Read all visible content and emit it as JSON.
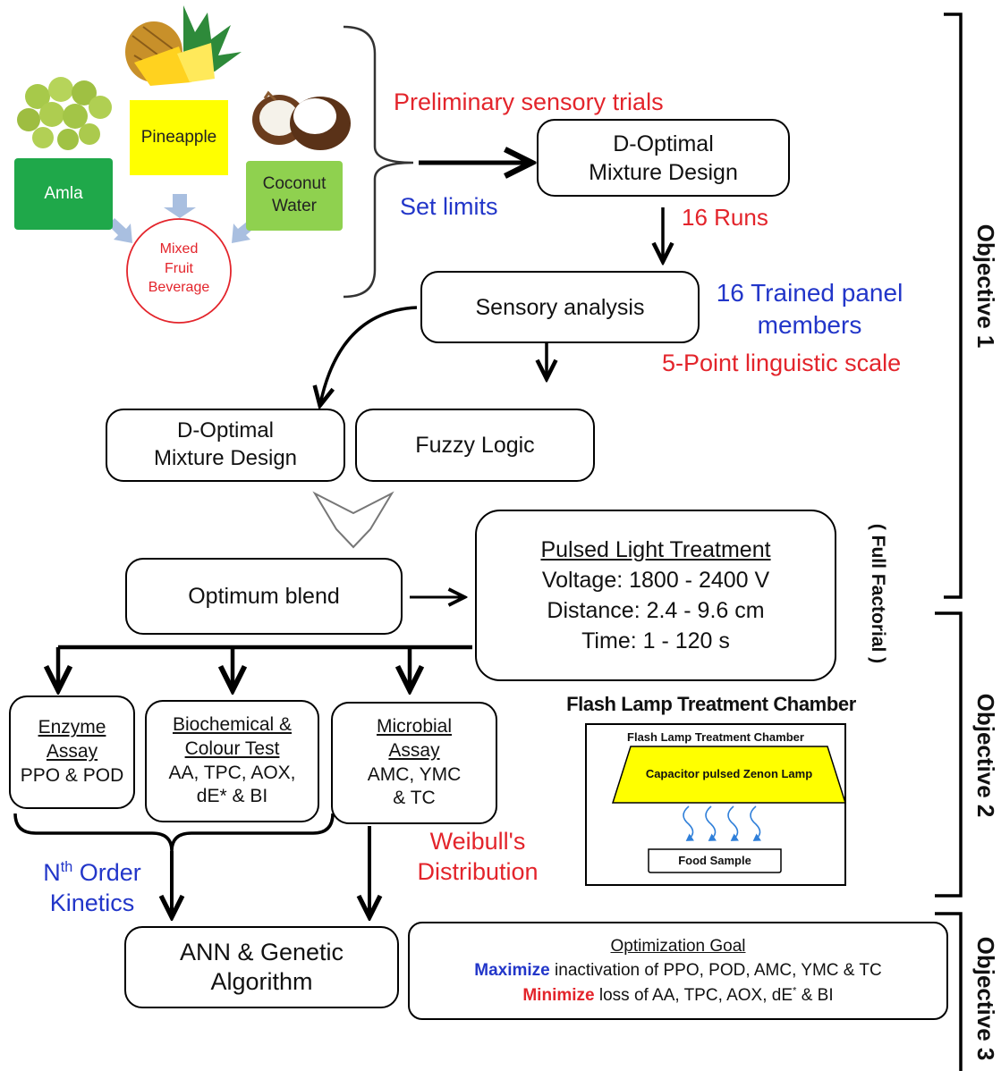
{
  "fruits": {
    "pineapple": "Pineapple",
    "amla": "Amla",
    "coconut_water": "Coconut Water",
    "mixed_beverage": [
      "Mixed",
      "Fruit",
      "Beverage"
    ]
  },
  "labels": {
    "preliminary": "Preliminary sensory trials",
    "set_limits": "Set limits",
    "runs": "16 Runs",
    "trained_panel": [
      "16 Trained panel",
      "members"
    ],
    "linguistic_scale": "5-Point linguistic scale",
    "full_factorial": "( Full Factorial )",
    "nth_order": {
      "n": "N",
      "sup": "th",
      "rest": " Order",
      "line2": "Kinetics"
    },
    "weibull": [
      "Weibull's",
      "Distribution"
    ]
  },
  "boxes": {
    "d_optimal_top": [
      "D-Optimal",
      "Mixture Design"
    ],
    "sensory": "Sensory analysis",
    "d_optimal_mid": [
      "D-Optimal",
      "Mixture Design"
    ],
    "fuzzy": "Fuzzy Logic",
    "optimum": "Optimum blend",
    "pulsed": {
      "title": "Pulsed Light Treatment",
      "voltage": "Voltage: 1800 - 2400 V",
      "distance": "Distance: 2.4 - 9.6 cm",
      "time": "Time: 1 - 120 s"
    },
    "enzyme": {
      "title": [
        "Enzyme",
        "Assay"
      ],
      "detail": "PPO & POD"
    },
    "biochem": {
      "title": [
        "Biochemical &",
        "Colour Test"
      ],
      "detail": [
        "AA, TPC, AOX,",
        "dE* & BI"
      ]
    },
    "microbial": {
      "title": [
        "Microbial",
        "Assay"
      ],
      "detail": [
        "AMC, YMC",
        "& TC"
      ]
    },
    "ann": [
      "ANN & Genetic",
      "Algorithm"
    ],
    "goal": {
      "title": "Optimization Goal",
      "max_word": "Maximize",
      "max_rest": " inactivation of PPO, POD, AMC, YMC & TC",
      "min_word": "Minimize",
      "min_rest_a": " loss of AA, TPC, AOX, dE",
      "min_sup": "*",
      "min_rest_b": " & BI"
    }
  },
  "chamber": {
    "heading": "Flash Lamp Treatment Chamber",
    "inner_title": "Flash Lamp Treatment Chamber",
    "lamp": "Capacitor pulsed Zenon Lamp",
    "sample": "Food Sample"
  },
  "objectives": [
    "Objective 1",
    "Objective 2",
    "Objective 3"
  ],
  "colors": {
    "pineapple_box": "#ffff00",
    "amla_box": "#1fa84a",
    "coconut_box": "#8fd14f",
    "arrow_blue": "#a9bfe0",
    "circle_red": "#e3242b",
    "accent_red": "#e3242b",
    "accent_blue": "#2236c9",
    "magenta": "#e020e0",
    "lamp_yellow": "#ffff00",
    "ray_blue": "#2f7fd9"
  }
}
